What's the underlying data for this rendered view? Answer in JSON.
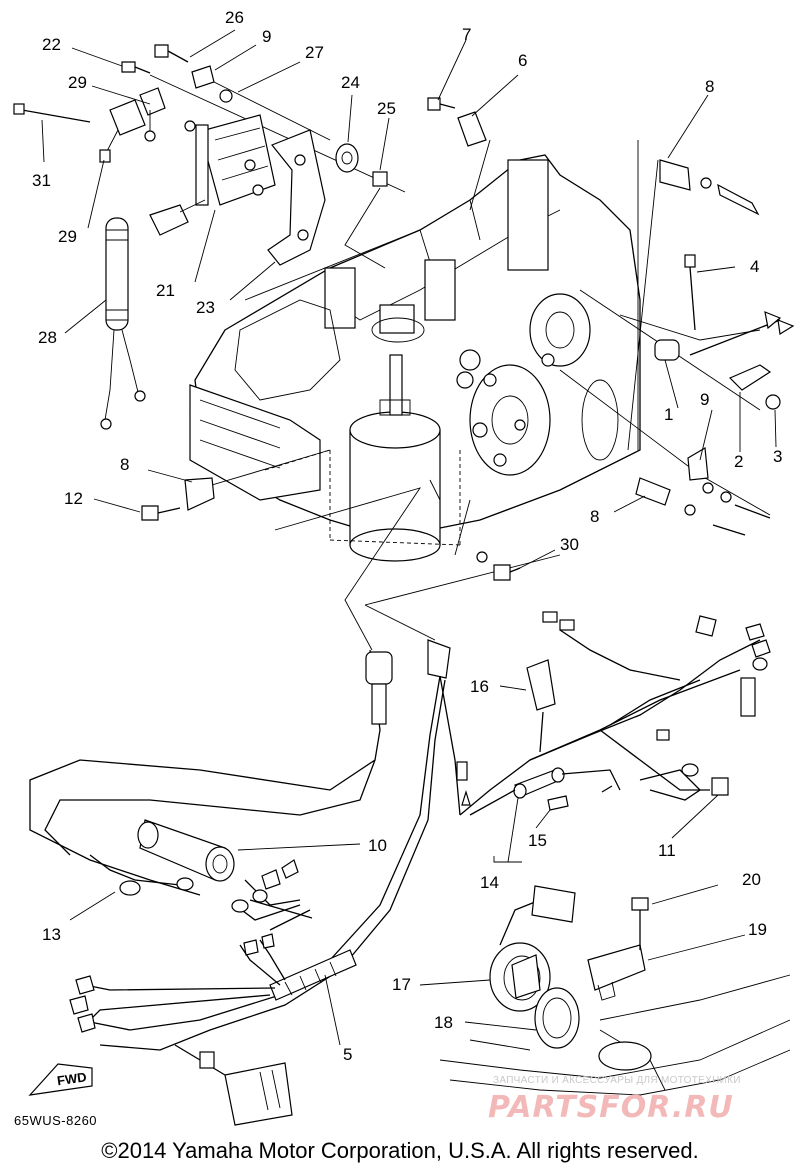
{
  "labels": {
    "l1": "1",
    "l2": "2",
    "l3": "3",
    "l4": "4",
    "l5": "5",
    "l6": "6",
    "l7": "7",
    "l8a": "8",
    "l8b": "8",
    "l8c": "8",
    "l9a": "9",
    "l9b": "9",
    "l10": "10",
    "l11": "11",
    "l12": "12",
    "l13": "13",
    "l14": "14",
    "l15": "15",
    "l16": "16",
    "l17": "17",
    "l18": "18",
    "l19": "19",
    "l20": "20",
    "l21": "21",
    "l22": "22",
    "l23": "23",
    "l24": "24",
    "l25": "25",
    "l26": "26",
    "l27": "27",
    "l28": "28",
    "l29a": "29",
    "l29b": "29",
    "l30": "30",
    "l31": "31"
  },
  "fwd_label": "FWD",
  "diagram_code": "65WUS-8260",
  "copyright": "©2014 Yamaha Motor Corporation, U.S.A. All rights reserved.",
  "watermark": {
    "subtitle": "ЗАПЧАСТИ И АКСЕССУАРЫ ДЛЯ МОТОТЕХНИКИ",
    "brand": "PARTSFOR.RU"
  }
}
